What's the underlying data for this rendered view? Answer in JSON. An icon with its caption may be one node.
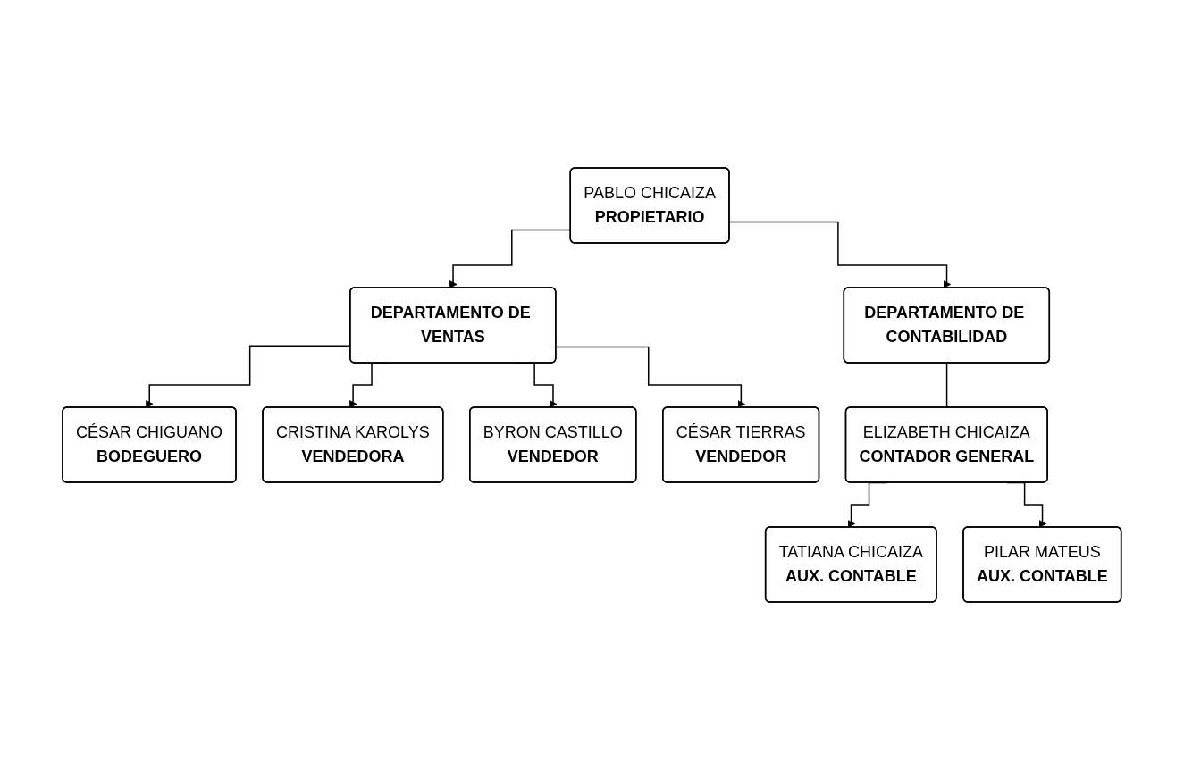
{
  "diagram": {
    "nodes": [
      {
        "text": [
          "PABLO CHICAIZA",
          "PROPIETARIO"
        ]
      },
      {
        "text": [
          "DEPARTAMENTO DE VENTAS"
        ]
      },
      {
        "text": [
          "DEPARTAMENTO DE CONTABILIDAD"
        ]
      },
      {
        "text": [
          "CÉSAR CHIGUANO",
          "BODEGUERO"
        ]
      },
      {
        "text": [
          "ELIZABETH CHICAIZA",
          "CONTADOR GENERAL"
        ]
      },
      {
        "text": [
          "CRISTINA KAROLYS",
          "VENDEDORA"
        ]
      },
      {
        "text": [
          "TATIANA CHICAIZA",
          "AUX. CONTABLE"
        ]
      },
      {
        "text": [
          "PILAR MATEUS",
          "AUX. CONTABLE"
        ]
      },
      {
        "text": [
          "BYRON CASTILLO",
          "VENDEDOR"
        ]
      },
      {
        "text": [
          "CÉSAR TIERRAS",
          "VENDEDOR"
        ]
      }
    ],
    "edges": [
      {
        "from": 0,
        "to": 1,
        "arrow": "to"
      },
      {
        "from": 0,
        "to": 2,
        "arrow": "to"
      },
      {
        "from": 1,
        "to": 3,
        "arrow": "to"
      },
      {
        "from": 1,
        "to": 5,
        "arrow": "to"
      },
      {
        "from": 1,
        "to": 8,
        "arrow": "to"
      },
      {
        "from": 1,
        "to": 9,
        "arrow": "to"
      },
      {
        "from": 2,
        "to": 4,
        "arrow": "none"
      },
      {
        "from": 4,
        "to": 6,
        "arrow": "to"
      },
      {
        "from": 4,
        "to": 7,
        "arrow": "to"
      }
    ]
  }
}
